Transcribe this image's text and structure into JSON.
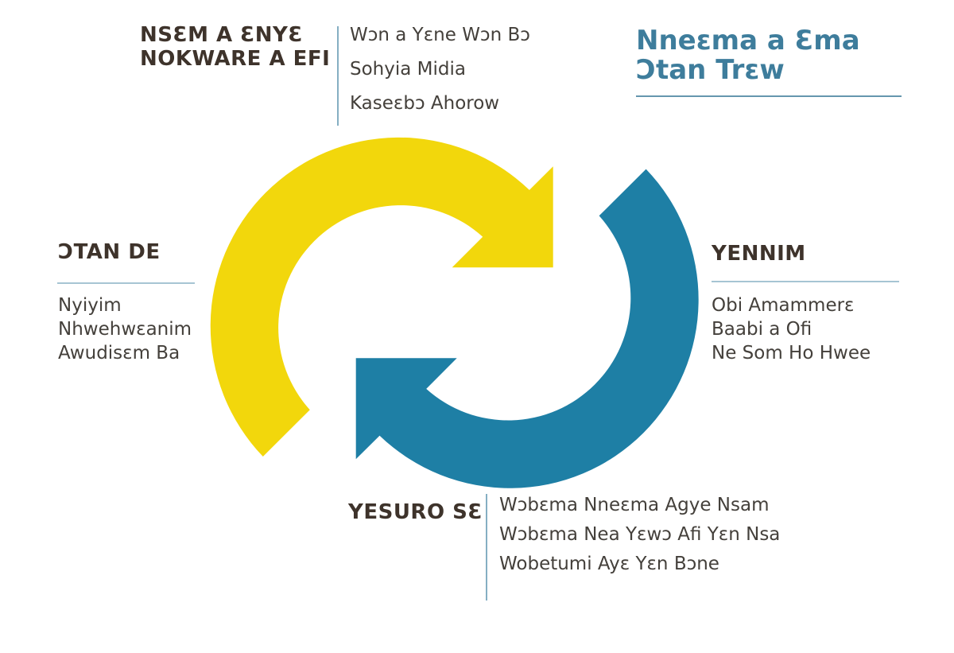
{
  "colors": {
    "arrow_yellow": "#F2D70C",
    "arrow_blue": "#1E7FA5",
    "title_teal": "#3E7D9C",
    "heading_dark": "#3E332B",
    "body_text": "#44403B",
    "rule_light": "#A6C5D3",
    "rule_mid": "#85AFC3",
    "title_underline": "#6596AE"
  },
  "title": {
    "line1": "Nneɛma a Ɛma",
    "line2": "Ɔtan Trɛw"
  },
  "sections": {
    "top": {
      "heading_line1": "NSƐM A ƐNYƐ",
      "heading_line2": "NOKWARE A EFI",
      "items": [
        "Wɔn a Yɛne Wɔn Bɔ",
        "Sohyia Midia",
        "Kaseɛbɔ Ahorow"
      ]
    },
    "left": {
      "heading": "ƆTAN DE",
      "items": [
        "Nyiyim",
        "Nhwehwɛanim",
        "Awudisɛm Ba"
      ]
    },
    "right": {
      "heading": "YENNIM",
      "items": [
        "Obi Amammerɛ",
        "Baabi a Ofi",
        "Ne Som Ho Hwee"
      ]
    },
    "bottom": {
      "heading": "YESURO SƐ",
      "items": [
        "Wɔbɛma Nneɛma Agye Nsam",
        "Wɔbɛma Nea Yɛwɔ Afi Yɛn Nsa",
        "Wobetumi Ayɛ Yɛn Bɔne"
      ]
    }
  }
}
